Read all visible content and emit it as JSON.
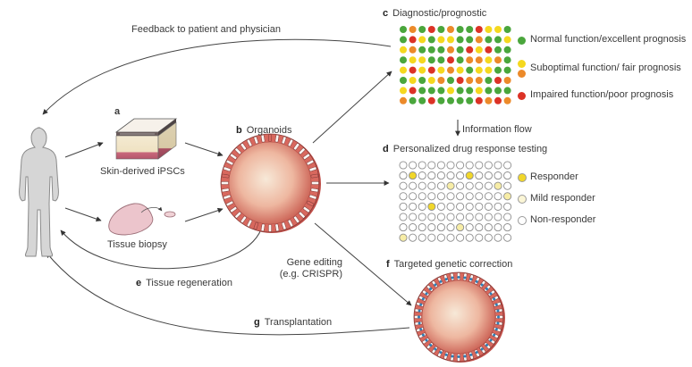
{
  "panels": {
    "a": {
      "letter": "a",
      "label": "Skin-derived iPSCs"
    },
    "tissue_biopsy": {
      "label": "Tissue biopsy"
    },
    "b": {
      "letter": "b",
      "label": "Organoids"
    },
    "c": {
      "letter": "c",
      "title": "Diagnostic/prognostic",
      "legend": [
        {
          "label": "Normal function/excellent prognosis",
          "colors": [
            "#4aa63c"
          ]
        },
        {
          "label": "Suboptimal function/ fair prognosis",
          "colors": [
            "#f5d81f",
            "#ec8a2a"
          ]
        },
        {
          "label": "Impaired function/poor prognosis",
          "colors": [
            "#dc3226"
          ]
        }
      ],
      "color_key": {
        "G": "#4aa63c",
        "Y": "#f5d81f",
        "O": "#ec8a2a",
        "R": "#dc3226"
      },
      "rows": [
        "GOGRGOGGRYYG",
        "GRYGYYGGOGGY",
        "YOGGGOGRYRGG",
        "GYYGGRGOOYOG",
        "YRYRYOYGYYGG",
        "GYGYOGROOGRO",
        "YRGGGYGGYGGG",
        "OGGRGGGGRORO"
      ]
    },
    "information_flow": {
      "label": "Information flow"
    },
    "d": {
      "letter": "d",
      "title": "Personalized drug response testing",
      "legend": [
        {
          "label": "Responder",
          "color": "#f1d72a"
        },
        {
          "label": "Mild responder",
          "color": "#fbf6d6"
        },
        {
          "label": "Non-responder",
          "color": "#ffffff"
        }
      ],
      "color_key": {
        "N": "#ffffff",
        "R": "#f1d72a",
        "M": "#f7eda6"
      },
      "rows": [
        "NNNNNNNNNNNN",
        "NRNNNNNRNNNN",
        "NNNNNMNNNNMN",
        "NNNNNNNNNNNM",
        "NNNRNNNNNNNN",
        "NNNNNNNNNNNN",
        "NNNNNNMNNNNN",
        "MNNNNNNNNNNN"
      ]
    },
    "e": {
      "letter": "e",
      "label": "Tissue regeneration"
    },
    "f": {
      "letter": "f",
      "label": "Targeted genetic correction"
    },
    "g": {
      "letter": "g",
      "label": "Transplantation"
    },
    "gene_editing": {
      "line1": "Gene editing",
      "line2": "(e.g. CRISPR)"
    },
    "feedback": {
      "label": "Feedback to patient and physician"
    }
  },
  "icons": {
    "patient": "human-figure-icon",
    "skin": "skin-block-icon",
    "biopsy": "tissue-biopsy-icon",
    "organoid": "organoid-icon",
    "corrected_organoid": "corrected-organoid-icon"
  }
}
